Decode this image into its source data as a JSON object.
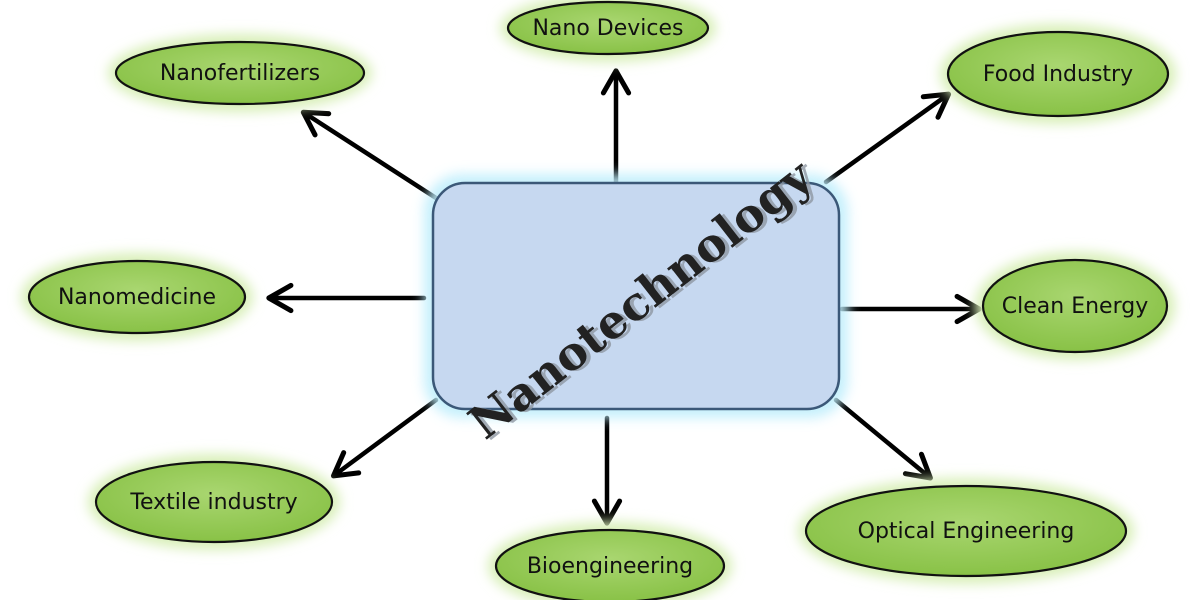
{
  "center": {
    "label": "Nanotechnology"
  },
  "nodes": [
    {
      "id": "nano-devices",
      "label": "Nano Devices"
    },
    {
      "id": "nanofertilizers",
      "label": "Nanofertilizers"
    },
    {
      "id": "food-industry",
      "label": "Food Industry"
    },
    {
      "id": "nanomedicine",
      "label": "Nanomedicine"
    },
    {
      "id": "clean-energy",
      "label": "Clean Energy"
    },
    {
      "id": "textile-industry",
      "label": "Textile industry"
    },
    {
      "id": "bioengineering",
      "label": "Bioengineering"
    },
    {
      "id": "optical-engineering",
      "label": "Optical Engineering"
    }
  ],
  "colors": {
    "node_fill": "#8bc34a",
    "node_fill_light": "#a5d36b",
    "node_glow": "#d8efb8",
    "node_stroke": "#111111",
    "center_fill": "#c6d8f0",
    "center_stroke": "#3b5878",
    "center_glow": "#bfeefc",
    "arrow": "#000000"
  }
}
